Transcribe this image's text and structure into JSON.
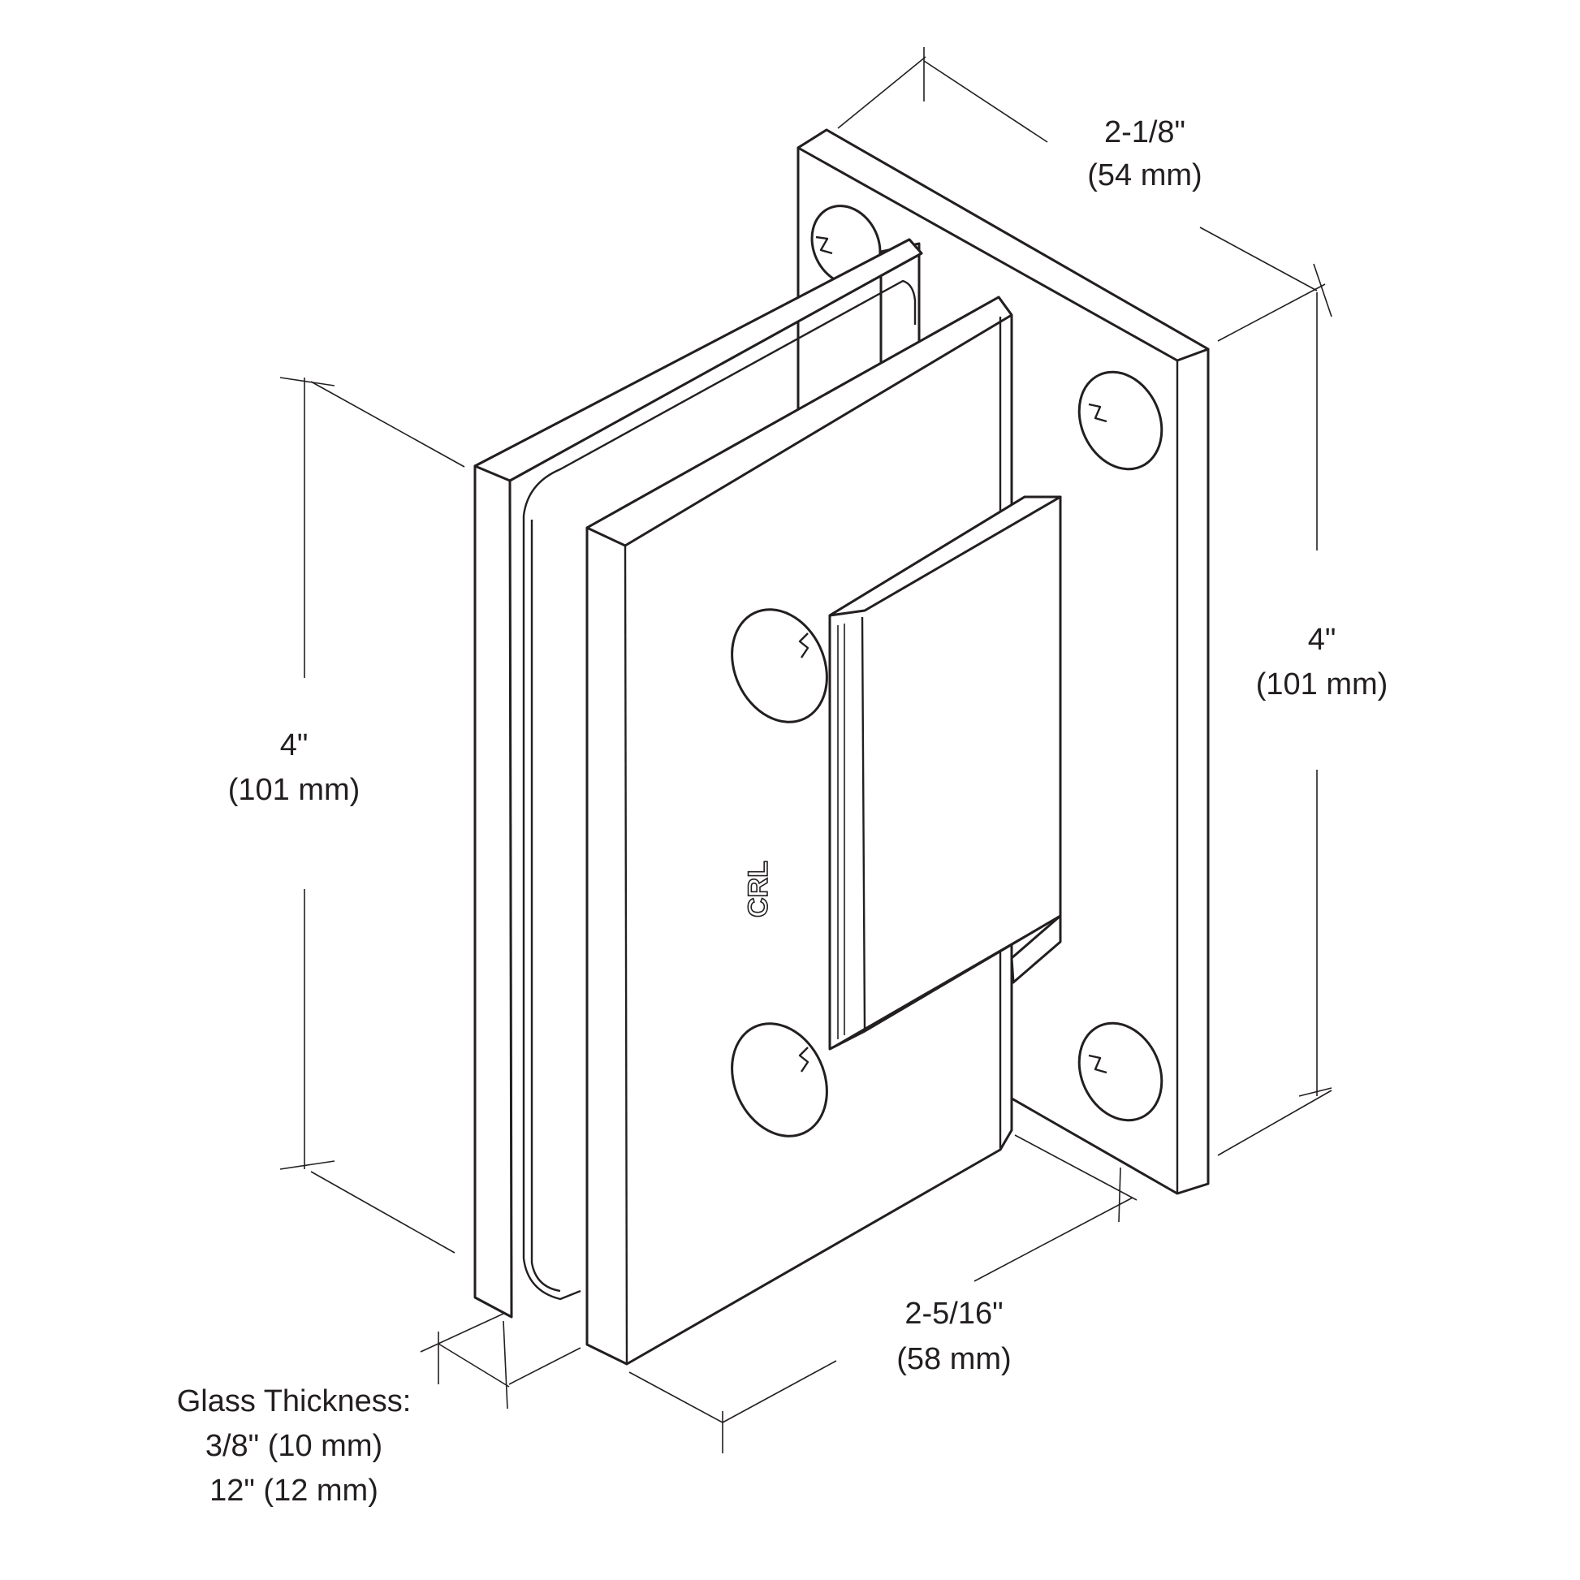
{
  "dimensions": {
    "top_width": {
      "imperial": "2-1/8\"",
      "metric": "(54 mm)"
    },
    "right_height": {
      "imperial": "4\"",
      "metric": "(101 mm)"
    },
    "left_height": {
      "imperial": "4\"",
      "metric": "(101 mm)"
    },
    "bottom_depth": {
      "imperial": "2-5/16\"",
      "metric": "(58 mm)"
    }
  },
  "glass_thickness": {
    "heading": "Glass Thickness:",
    "option_1": "3/8\" (10 mm)",
    "option_2": "12\" (12 mm)"
  },
  "logo_text": "CRL",
  "colors": {
    "line": "#231f20",
    "background": "#ffffff"
  }
}
